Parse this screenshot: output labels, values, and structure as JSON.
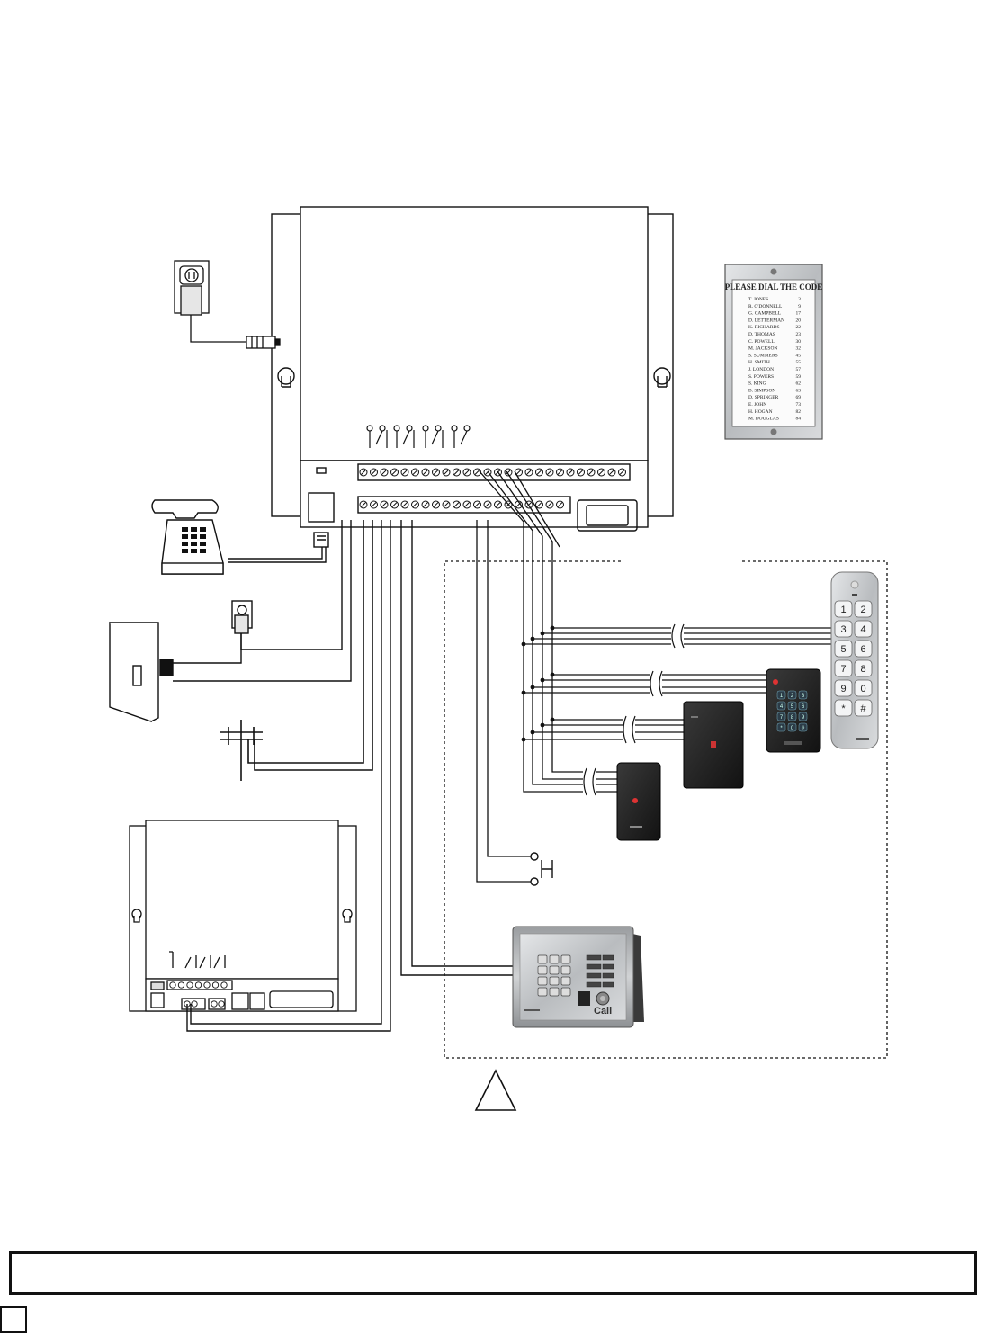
{
  "directory": {
    "title": "PLEASE DIAL THE CODE",
    "entries": [
      {
        "name": "T. JONES",
        "code": "3"
      },
      {
        "name": "R. O'DONNELL",
        "code": "9"
      },
      {
        "name": "G. CAMPBELL",
        "code": "17"
      },
      {
        "name": "D. LETTERMAN",
        "code": "20"
      },
      {
        "name": "K. RICHARDS",
        "code": "22"
      },
      {
        "name": "D. THOMAS",
        "code": "23"
      },
      {
        "name": "C. POWELL",
        "code": "30"
      },
      {
        "name": "M. JACKSON",
        "code": "32"
      },
      {
        "name": "S. SUMMERS",
        "code": "45"
      },
      {
        "name": "H. SMITH",
        "code": "55"
      },
      {
        "name": "J. LONDON",
        "code": "57"
      },
      {
        "name": "S. POWERS",
        "code": "59"
      },
      {
        "name": "S. KING",
        "code": "62"
      },
      {
        "name": "B. SIMPSON",
        "code": "63"
      },
      {
        "name": "D. SPRINGER",
        "code": "69"
      },
      {
        "name": "E. JOHN",
        "code": "73"
      },
      {
        "name": "H. HOGAN",
        "code": "82"
      },
      {
        "name": "M. DOUGLAS",
        "code": "84"
      }
    ]
  },
  "keypad": {
    "keys": [
      "1",
      "2",
      "3",
      "4",
      "5",
      "6",
      "7",
      "8",
      "9",
      "0",
      "*",
      "#"
    ]
  },
  "entry_station": {
    "call_label": "Call"
  },
  "colors": {
    "line": "#111111",
    "panel_fill": "#ffffff",
    "device_dark": "#1f1f1f",
    "metal": "#c9cbcd"
  }
}
